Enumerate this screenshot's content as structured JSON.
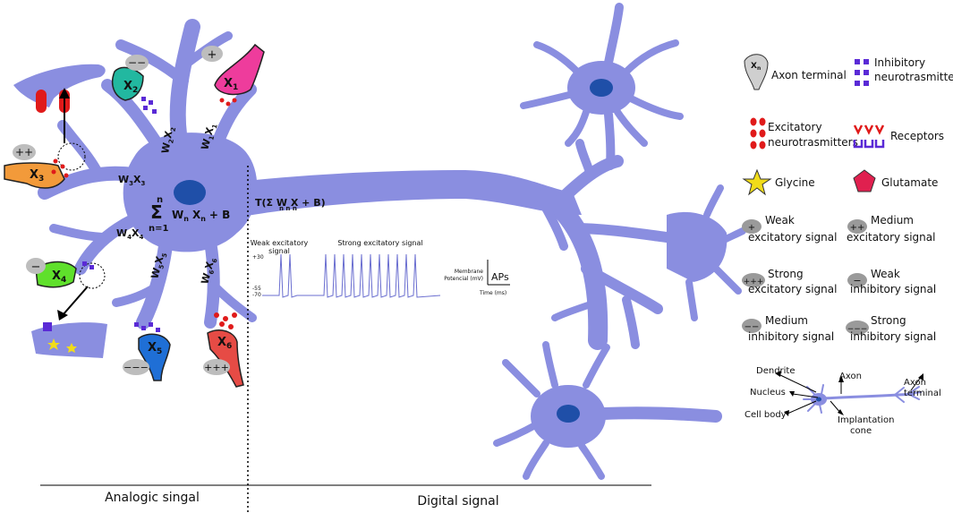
{
  "colors": {
    "neuron": "#8a8ee0",
    "nucleus": "#1f4fa8",
    "excitatory": "#e01a1a",
    "inhibitory": "#5a2ad6",
    "x1": "#ee3c9c",
    "x2": "#22b8a0",
    "x3": "#f29a3a",
    "x4": "#5fe02b",
    "x5": "#1f6fd6",
    "x6": "#e64b45"
  },
  "inputs": {
    "x1": {
      "label": "X",
      "sub": "1",
      "sign": "+"
    },
    "x2": {
      "label": "X",
      "sub": "2",
      "sign": "−−"
    },
    "x3": {
      "label": "X",
      "sub": "3",
      "sign": "++"
    },
    "x4": {
      "label": "X",
      "sub": "4",
      "sign": "−"
    },
    "x5": {
      "label": "X",
      "sub": "5",
      "sign": "−−−"
    },
    "x6": {
      "label": "X",
      "sub": "6",
      "sign": "+++"
    }
  },
  "weights": {
    "w1": "W",
    "w1s": "1",
    "x1": "X",
    "x1s": "1",
    "w2": "W",
    "w2s": "2",
    "x2": "X",
    "x2s": "2",
    "w3": "W",
    "w3s": "3",
    "x3": "X",
    "x3s": "3",
    "w4": "W",
    "w4s": "4",
    "x4": "X",
    "x4s": "4",
    "w5": "W",
    "w5s": "5",
    "x5": "X",
    "x5s": "5",
    "w6": "W",
    "w6s": "6",
    "x6": "X",
    "x6s": "6"
  },
  "sum": {
    "sigma": "Σ",
    "top": "n",
    "bottom": "n=1",
    "w": "W",
    "wsub": "n",
    "x": "X",
    "xsub": "n",
    "bias": "+ B"
  },
  "transfer": "T(Σ  W  X  + B)",
  "transfer_subs": "n      n      n",
  "graph": {
    "weak_label_1": "Weak excitatory",
    "weak_label_2": "signal",
    "strong_label": "Strong excitatory signal",
    "tick_top": "+30",
    "tick_mid": "-55",
    "tick_bottom": "-70",
    "y_label_1": "Membrane",
    "y_label_2": "Potencial (mV)",
    "x_label": "Time (ms)",
    "aps": "APs"
  },
  "legend": {
    "axon_terminal": "Axon terminal",
    "xn": "X",
    "xn_sub": "n",
    "inhibitory_1": "Inhibitory",
    "inhibitory_2": "neurotrasmitters",
    "excitatory_1": "Excitatory",
    "excitatory_2": "neurotrasmitters",
    "receptors": "Receptors",
    "glycine": "Glycine",
    "glutamate": "Glutamate",
    "weak_exc_1": "Weak",
    "weak_exc_2": "excitatory signal",
    "medium_exc_1": "Medium",
    "medium_exc_2": "excitatory signal",
    "strong_exc_1": "Strong",
    "strong_exc_2": "excitatory signal",
    "weak_inh_1": "Weak",
    "weak_inh_2": "inhibitory signal",
    "medium_inh_1": "Medium",
    "medium_inh_2": "inhibitory signal",
    "strong_inh_1": "Strong",
    "strong_inh_2": "inhibitory signal",
    "sym_plus": "+",
    "sym_pp": "++",
    "sym_ppp": "+++",
    "sym_minus": "−",
    "sym_mm": "−−",
    "sym_mmm": "−−−"
  },
  "anatomy": {
    "dendrite": "Dendrite",
    "axon": "Axon",
    "axon_terminal_1": "Axon",
    "axon_terminal_2": "terminal",
    "nucleus": "Nucleus",
    "cell_body": "Cell body",
    "implantation_1": "Implantation",
    "implantation_2": "cone"
  },
  "footer": {
    "analog": "Analogic singal",
    "digital": "Digital signal"
  }
}
